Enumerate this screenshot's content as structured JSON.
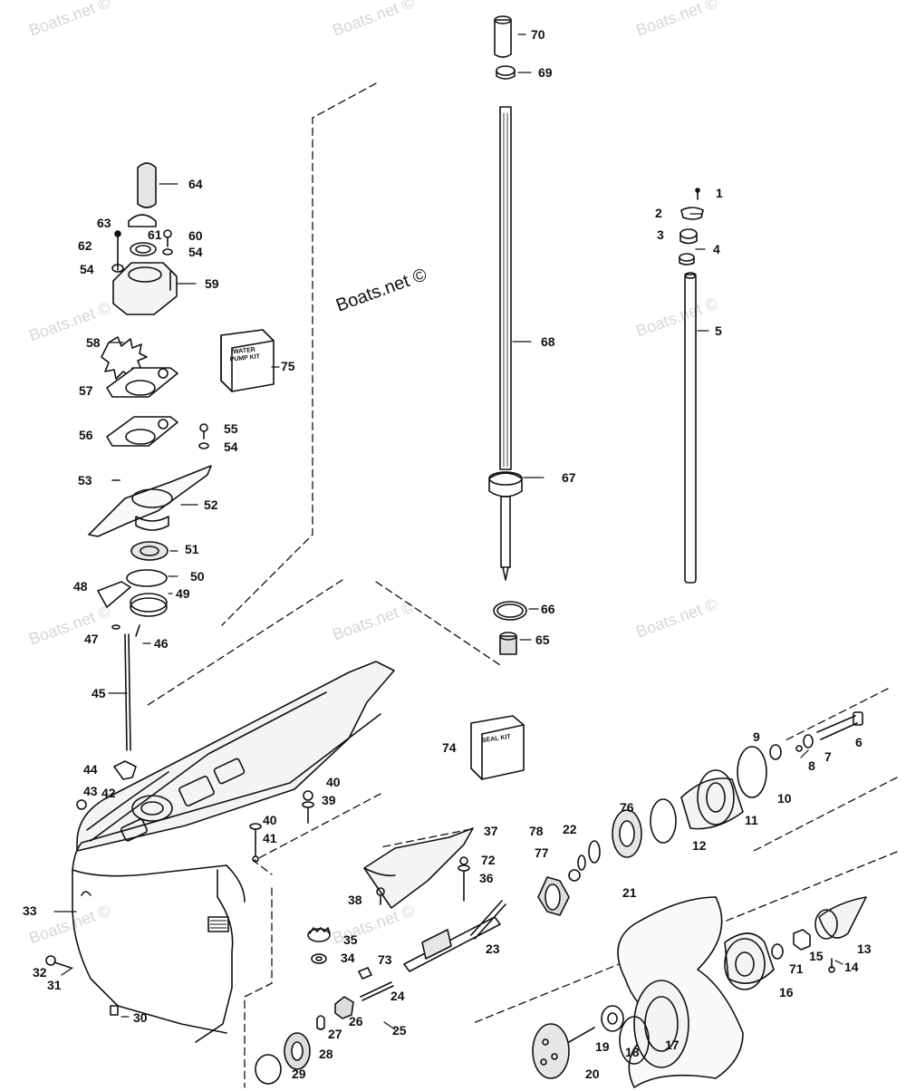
{
  "watermark": "Boats.net ©",
  "credit": "Boats.net ©",
  "kits": {
    "water_pump": "WATER PUMP KIT",
    "seal": "SEAL KIT"
  },
  "labels": {
    "p1": "1",
    "p2": "2",
    "p3": "3",
    "p4": "4",
    "p5": "5",
    "p6": "6",
    "p7": "7",
    "p8": "8",
    "p9": "9",
    "p10": "10",
    "p11": "11",
    "p12": "12",
    "p13": "13",
    "p14": "14",
    "p15": "15",
    "p16": "16",
    "p17": "17",
    "p18": "18",
    "p19": "19",
    "p20": "20",
    "p21": "21",
    "p22": "22",
    "p23": "23",
    "p24": "24",
    "p25": "25",
    "p26": "26",
    "p27": "27",
    "p28": "28",
    "p29": "29",
    "p30": "30",
    "p31": "31",
    "p32": "32",
    "p33": "33",
    "p34": "34",
    "p35": "35",
    "p36": "36",
    "p37": "37",
    "p38": "38",
    "p39": "39",
    "p40a": "40",
    "p40b": "40",
    "p41": "41",
    "p42": "42",
    "p43": "43",
    "p44": "44",
    "p45": "45",
    "p46": "46",
    "p47": "47",
    "p48": "48",
    "p49": "49",
    "p50": "50",
    "p51": "51",
    "p52": "52",
    "p53": "53",
    "p54a": "54",
    "p54b": "54",
    "p54c": "54",
    "p55": "55",
    "p56": "56",
    "p57": "57",
    "p58": "58",
    "p59": "59",
    "p60": "60",
    "p61": "61",
    "p62": "62",
    "p63": "63",
    "p64": "64",
    "p65": "65",
    "p66": "66",
    "p67": "67",
    "p68": "68",
    "p69": "69",
    "p70": "70",
    "p71": "71",
    "p72": "72",
    "p73": "73",
    "p74": "74",
    "p75": "75",
    "p76": "76",
    "p77": "77",
    "p78": "78"
  }
}
